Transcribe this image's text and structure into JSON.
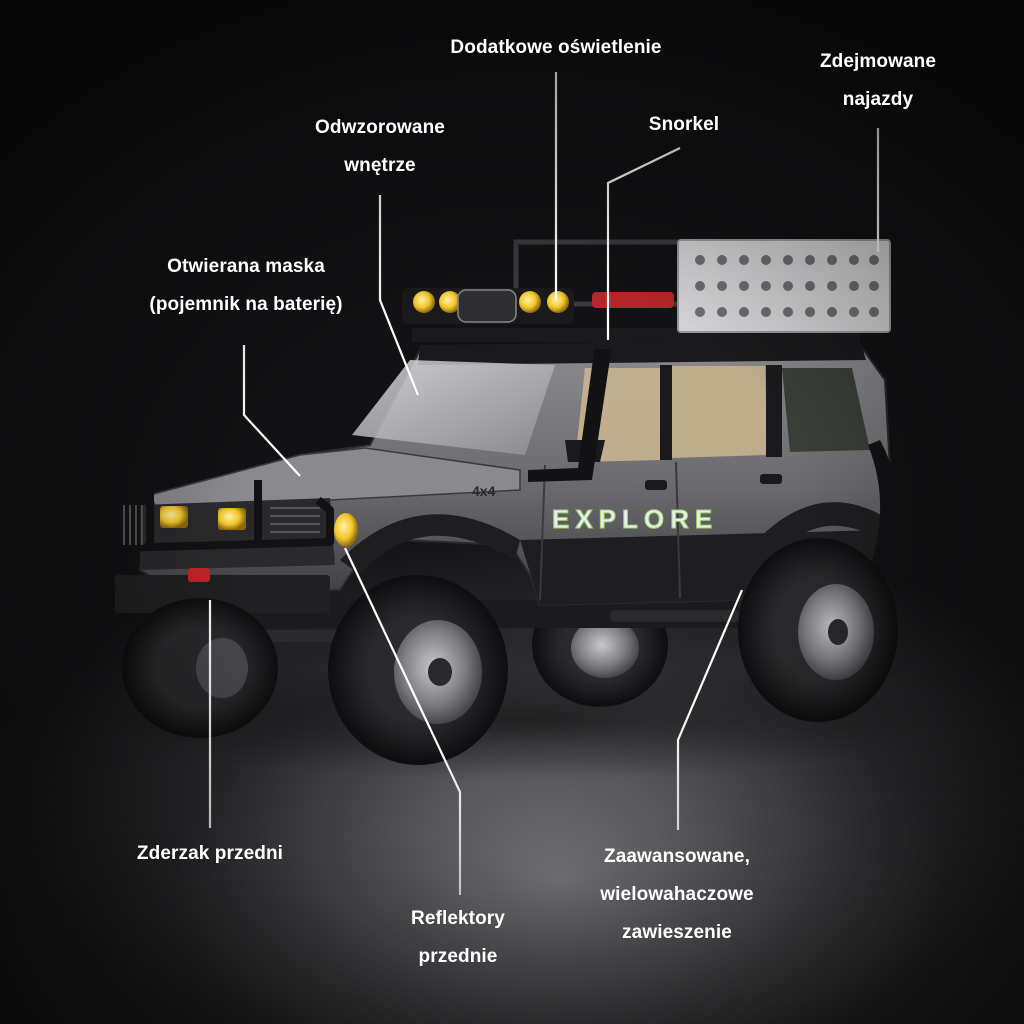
{
  "labels": {
    "extra_lights": [
      "Dodatkowe oświetlenie"
    ],
    "removable_ramps": [
      "Zdejmowane",
      "najazdy"
    ],
    "interior": [
      "Odwzorowane",
      "wnętrze"
    ],
    "snorkel": [
      "Snorkel"
    ],
    "hood": [
      "Otwierana maska",
      "(pojemnik na baterię)"
    ],
    "front_bumper": [
      "Zderzak przedni"
    ],
    "headlights": [
      "Reflektory",
      "przednie"
    ],
    "suspension": [
      "Zaawansowane,",
      "wielowahaczowe",
      "zawieszenie"
    ]
  },
  "vehicle_markings": {
    "side_text": "EXPLORE",
    "badge_text": "4x4"
  },
  "colors": {
    "background": "#121214",
    "text": "#ffffff",
    "body": "#6b6b6e",
    "accent_green": "#9fd36a",
    "light_yellow": "#f2c62a"
  }
}
